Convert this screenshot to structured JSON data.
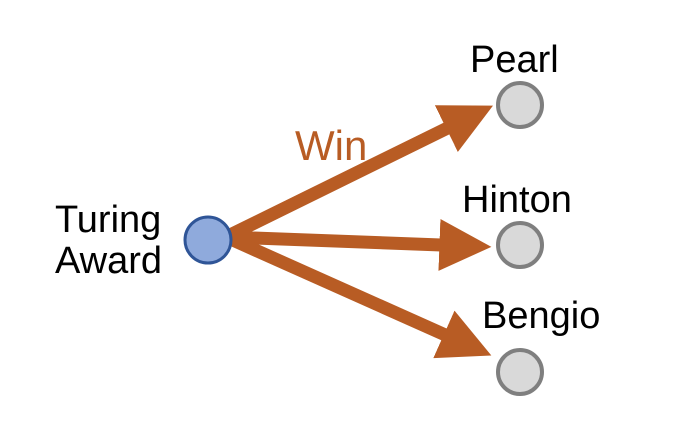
{
  "diagram": {
    "source": {
      "label_line1": "Turing",
      "label_line2": "Award"
    },
    "edge_label": "Win",
    "targets": [
      {
        "label": "Pearl"
      },
      {
        "label": "Hinton"
      },
      {
        "label": "Bengio"
      }
    ]
  },
  "colors": {
    "edge": "#B85C24",
    "source_fill": "#8FAADC",
    "source_stroke": "#2F5597",
    "target_fill": "#D9D9D9",
    "target_stroke": "#7F7F7F"
  }
}
